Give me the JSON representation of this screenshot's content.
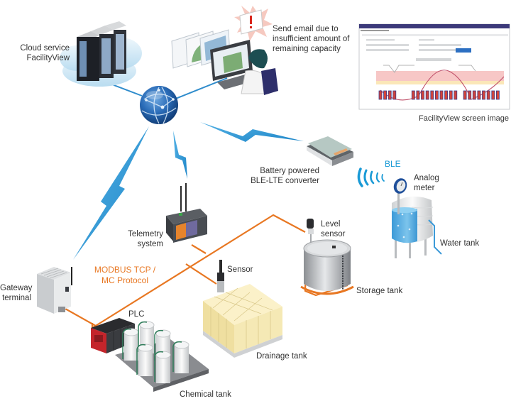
{
  "diagram": {
    "title": "FacilityView remote monitoring system configuration",
    "colors": {
      "wireless": "#2f9bd6",
      "wired": "#e87722",
      "globe": "#1f5fa8",
      "label_text": "#333333",
      "ble_text": "#1a9ad6",
      "protocol_text": "#e87722"
    },
    "nodes": {
      "cloud": {
        "label": "Cloud service\nFacilityView",
        "icon": "cloud-server-icon"
      },
      "internet": {
        "icon": "globe-network-icon"
      },
      "operator": {
        "label": "Send email due to\ninsufficient amount of\nremaining capacity",
        "icon": "operator-workstation-icon",
        "alert_icon": "email-alert-icon"
      },
      "screen_image": {
        "label": "FacilityView screen image",
        "window_title": "FacilityView",
        "bar_count": 22
      },
      "ble_converter": {
        "label": "Battery powered\nBLE-LTE converter",
        "icon": "ble-lte-converter-icon"
      },
      "ble": {
        "label": "BLE",
        "icon": "ble-signal-icon"
      },
      "analog_meter": {
        "label": "Analog\nmeter",
        "icon": "analog-meter-icon"
      },
      "water_tank": {
        "label": "Water tank",
        "icon": "water-tank-icon"
      },
      "telemetry": {
        "label": "Telemetry\nsystem",
        "icon": "telemetry-device-icon"
      },
      "gateway": {
        "label": "Gateway\nterminal",
        "icon": "gateway-terminal-icon"
      },
      "protocol": {
        "label": "MODBUS TCP /\nMC Protocol"
      },
      "plc": {
        "label": "PLC",
        "icon": "plc-icon"
      },
      "chemical_tank": {
        "label": "Chemical tank",
        "icon": "chemical-tank-icon"
      },
      "sensor": {
        "label": "Sensor",
        "icon": "sensor-probe-icon"
      },
      "drainage_tank": {
        "label": "Drainage tank",
        "icon": "drainage-tank-icon"
      },
      "level_sensor": {
        "label": "Level\nsensor",
        "icon": "level-sensor-icon"
      },
      "storage_tank": {
        "label": "Storage tank",
        "icon": "storage-tank-icon"
      }
    },
    "connections": [
      {
        "from": "cloud",
        "to": "internet",
        "type": "wired-network"
      },
      {
        "from": "internet",
        "to": "operator",
        "type": "wired-network"
      },
      {
        "from": "internet",
        "to": "gateway",
        "type": "wireless"
      },
      {
        "from": "internet",
        "to": "telemetry",
        "type": "wireless"
      },
      {
        "from": "internet",
        "to": "ble_converter",
        "type": "wireless"
      },
      {
        "from": "ble_converter",
        "to": "analog_meter",
        "type": "ble"
      },
      {
        "from": "gateway",
        "to": "plc",
        "type": "wired"
      },
      {
        "from": "plc",
        "to": "level_sensor",
        "type": "wired"
      },
      {
        "from": "telemetry",
        "to": "sensor",
        "type": "wired"
      },
      {
        "from": "level_sensor",
        "to": "storage_tank",
        "type": "wired"
      }
    ]
  }
}
